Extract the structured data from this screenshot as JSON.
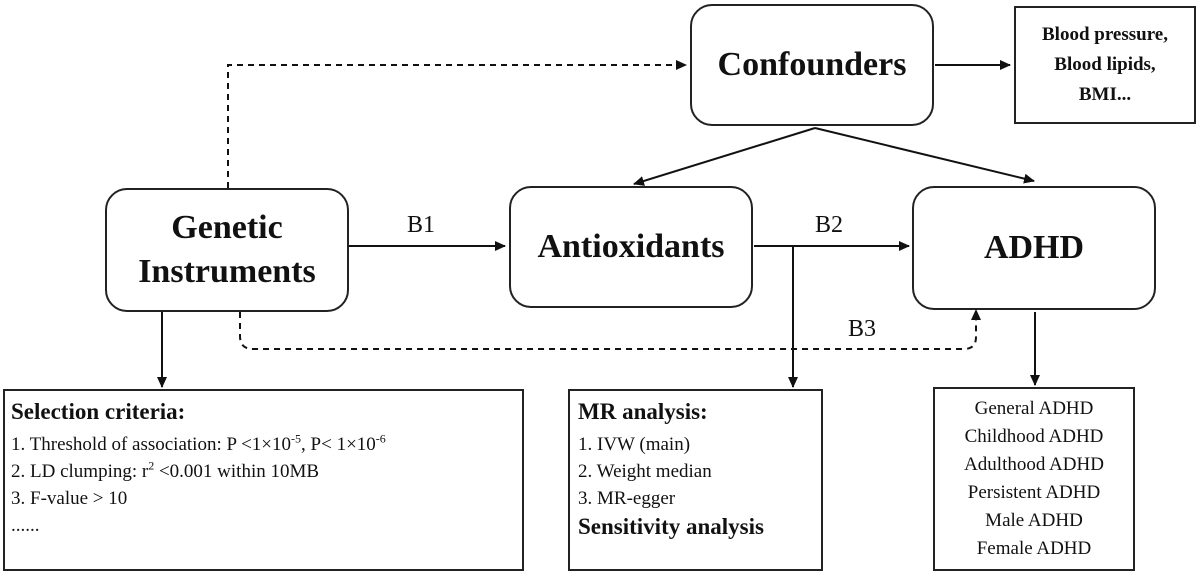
{
  "nodes": {
    "confounders": "Confounders",
    "confounder_examples": [
      "Blood pressure,",
      "Blood lipids,",
      "BMI..."
    ],
    "genetic_instruments": [
      "Genetic",
      "Instruments"
    ],
    "antioxidants": "Antioxidants",
    "adhd": "ADHD"
  },
  "edges": {
    "b1": "B1",
    "b2": "B2",
    "b3": "B3"
  },
  "selection_criteria": {
    "title": "Selection criteria:",
    "item1_prefix": "1. Threshold of association: P <1×10",
    "item1_exp1": "-5",
    "item1_mid": ", P< 1×10",
    "item1_exp2": "-6",
    "item2_prefix": "2. LD clumping: r",
    "item2_exp": "2",
    "item2_suffix": " <0.001 within 10MB",
    "item3": "3. F-value > 10",
    "item4": "......"
  },
  "mr_analysis": {
    "title": "MR analysis:",
    "items": [
      "1. IVW (main)",
      "2. Weight median",
      "3. MR-egger"
    ],
    "footer": "Sensitivity analysis"
  },
  "adhd_types": [
    "General ADHD",
    "Childhood ADHD",
    "Adulthood ADHD",
    "Persistent ADHD",
    "Male ADHD",
    "Female ADHD"
  ]
}
